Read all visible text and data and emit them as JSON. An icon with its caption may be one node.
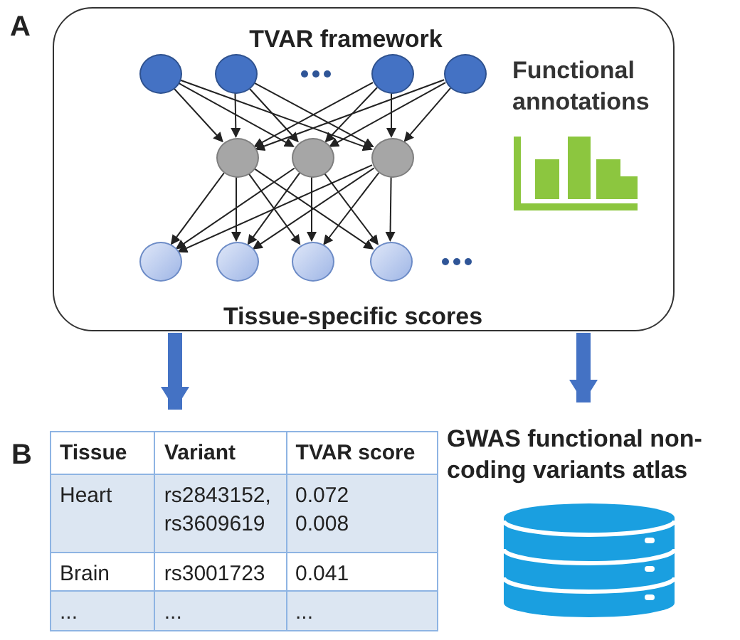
{
  "diagram": {
    "nodes": [
      {
        "text": [
          "TVAR framework",
          "Functional annotations",
          "Tissue-specific scores"
        ]
      },
      {
        "text": [],
        "shape": "circle",
        "in": 0
      },
      {
        "text": [],
        "shape": "circle",
        "in": 0
      },
      {
        "text": [],
        "shape": "circle",
        "in": 0
      },
      {
        "text": [],
        "shape": "circle",
        "in": 0
      },
      {
        "text": [],
        "shape": "circle",
        "in": 0
      },
      {
        "text": [],
        "shape": "circle",
        "in": 0
      },
      {
        "text": [],
        "shape": "circle",
        "in": 0
      },
      {
        "text": [],
        "shape": "circle",
        "in": 0
      },
      {
        "text": [],
        "shape": "circle",
        "in": 0
      },
      {
        "text": [],
        "shape": "circle",
        "in": 0
      },
      {
        "text": [],
        "shape": "circle",
        "in": 0
      },
      {
        "text": [],
        "shape": "box"
      },
      {
        "text": [
          "GWAS functional non-coding variants atlas"
        ]
      }
    ],
    "edges": [
      {
        "from": 1,
        "to": 5,
        "arrow": "to"
      },
      {
        "from": 1,
        "to": 6,
        "arrow": "to"
      },
      {
        "from": 1,
        "to": 7,
        "arrow": "to"
      },
      {
        "from": 2,
        "to": 5,
        "arrow": "to"
      },
      {
        "from": 2,
        "to": 6,
        "arrow": "to"
      },
      {
        "from": 2,
        "to": 7,
        "arrow": "to"
      },
      {
        "from": 3,
        "to": 5,
        "arrow": "to"
      },
      {
        "from": 3,
        "to": 6,
        "arrow": "to"
      },
      {
        "from": 3,
        "to": 7,
        "arrow": "to"
      },
      {
        "from": 4,
        "to": 5,
        "arrow": "to"
      },
      {
        "from": 4,
        "to": 6,
        "arrow": "to"
      },
      {
        "from": 4,
        "to": 7,
        "arrow": "to"
      },
      {
        "from": 5,
        "to": 8,
        "arrow": "to"
      },
      {
        "from": 5,
        "to": 9,
        "arrow": "to"
      },
      {
        "from": 5,
        "to": 10,
        "arrow": "to"
      },
      {
        "from": 5,
        "to": 11,
        "arrow": "to"
      },
      {
        "from": 6,
        "to": 8,
        "arrow": "to"
      },
      {
        "from": 6,
        "to": 9,
        "arrow": "to"
      },
      {
        "from": 6,
        "to": 10,
        "arrow": "to"
      },
      {
        "from": 6,
        "to": 11,
        "arrow": "to"
      },
      {
        "from": 7,
        "to": 8,
        "arrow": "to"
      },
      {
        "from": 7,
        "to": 9,
        "arrow": "to"
      },
      {
        "from": 7,
        "to": 10,
        "arrow": "to"
      },
      {
        "from": 7,
        "to": 11,
        "arrow": "to"
      },
      {
        "from": 0,
        "to": 12,
        "arrow": "to",
        "style": "thick",
        "color": "#4472c4"
      },
      {
        "from": 0,
        "to": 13,
        "arrow": "to",
        "style": "thick",
        "color": "#4472c4"
      }
    ],
    "labels": [
      "A",
      "B",
      "Tissue",
      "Variant",
      "TVAR score",
      "Heart",
      "rs2843152, rs3609619",
      "0.072 0.008",
      "Brain",
      "rs3001723",
      "0.041",
      "...",
      "...",
      "..."
    ]
  }
}
